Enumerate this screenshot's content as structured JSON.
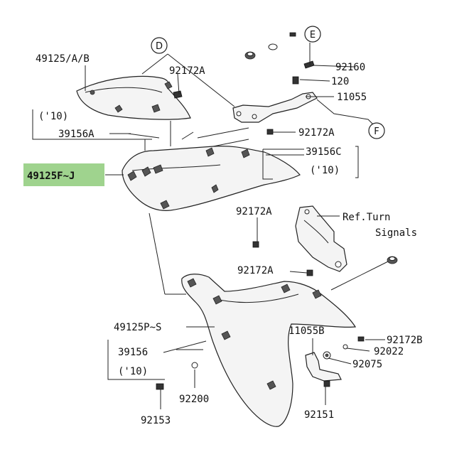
{
  "highlight_color": "#9fd38e",
  "markers": {
    "D": "D",
    "E": "E",
    "F": "F"
  },
  "labels": {
    "p49125_ab": "49125/A/B",
    "p92172a_1": "92172A",
    "p92160": "92160",
    "p120": "120",
    "p11055": "11055",
    "year_10_a": "('10)",
    "p39156a": "39156A",
    "p92172a_2": "92172A",
    "p39156c": "39156C",
    "year_10_b": "('10)",
    "p49125fj": "49125F~J",
    "p92172a_3": "92172A",
    "ref_turn": "Ref.Turn",
    "signals": "Signals",
    "p92172a_4": "92172A",
    "p49125ps": "49125P~S",
    "p11055b": "11055B",
    "p92172b": "92172B",
    "p39156": "39156",
    "p92022": "92022",
    "p92075": "92075",
    "year_10_c": "('10)",
    "p92200": "92200",
    "p92153": "92153",
    "p92151": "92151"
  }
}
